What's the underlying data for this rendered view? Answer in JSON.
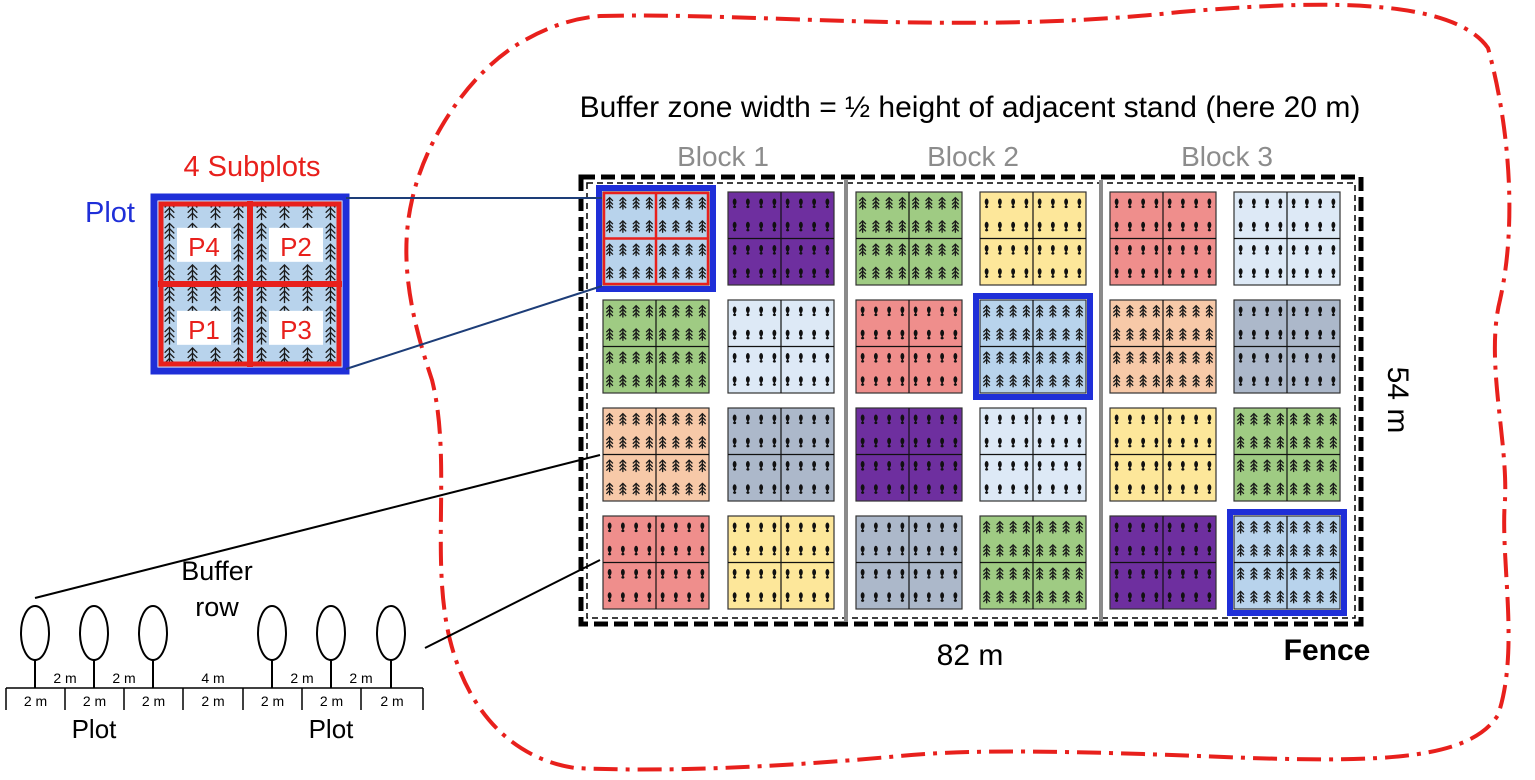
{
  "title": "Buffer zone width = ½ height of adjacent stand (here 20 m)",
  "blocks": [
    "Block 1",
    "Block 2",
    "Block 3"
  ],
  "dimensions": {
    "width": "82 m",
    "height": "54 m"
  },
  "fence_label": "Fence",
  "inset": {
    "subplots_label": "4 Subplots",
    "plot_label": "Plot",
    "subplots": [
      "P4",
      "P2",
      "P1",
      "P3"
    ]
  },
  "buffer_label": [
    "Buffer",
    "row"
  ],
  "spacing": {
    "upper": [
      "2 m",
      "2 m",
      "4 m",
      "2 m",
      "2 m"
    ],
    "lower": [
      "2 m",
      "2 m",
      "2 m",
      "2 m",
      "2 m",
      "2 m",
      "2 m"
    ],
    "plot_labels": [
      "Plot",
      "Plot"
    ]
  },
  "colors": {
    "boundary": "#e8201c",
    "highlight": "#1f2fd8",
    "grid_lines": "#888888",
    "fence": "#000000",
    "treatments": {
      "purple": "#6e2f9f",
      "green": "#9fcb83",
      "yellow": "#fde79a",
      "red": "#ef8e8c",
      "lightblue": "#dde9f6",
      "peach": "#f7c9a8",
      "gray": "#acb8ca",
      "blue": "#b8d3ec"
    }
  },
  "plots": [
    [
      [
        "blue",
        "conifer",
        true
      ],
      [
        "purple",
        "broadleaf",
        false
      ],
      [
        "green",
        "conifer",
        false
      ],
      [
        "yellow",
        "broadleaf",
        false
      ],
      [
        "red",
        "broadleaf",
        false
      ],
      [
        "lightblue",
        "broadleaf",
        false
      ]
    ],
    [
      [
        "green",
        "conifer",
        false
      ],
      [
        "lightblue",
        "broadleaf",
        false
      ],
      [
        "red",
        "broadleaf",
        false
      ],
      [
        "blue",
        "conifer",
        true
      ],
      [
        "peach",
        "conifer",
        false
      ],
      [
        "gray",
        "broadleaf",
        false
      ]
    ],
    [
      [
        "peach",
        "conifer",
        false
      ],
      [
        "gray",
        "broadleaf",
        false
      ],
      [
        "purple",
        "broadleaf",
        false
      ],
      [
        "lightblue",
        "broadleaf",
        false
      ],
      [
        "yellow",
        "broadleaf",
        false
      ],
      [
        "green",
        "conifer",
        false
      ]
    ],
    [
      [
        "red",
        "broadleaf",
        false
      ],
      [
        "yellow",
        "broadleaf",
        false
      ],
      [
        "gray",
        "broadleaf",
        false
      ],
      [
        "green",
        "conifer",
        false
      ],
      [
        "purple",
        "broadleaf",
        false
      ],
      [
        "blue",
        "conifer",
        true
      ]
    ]
  ],
  "icons": {
    "conifer": "conifer-tree-icon",
    "broadleaf": "broadleaf-tree-icon"
  }
}
